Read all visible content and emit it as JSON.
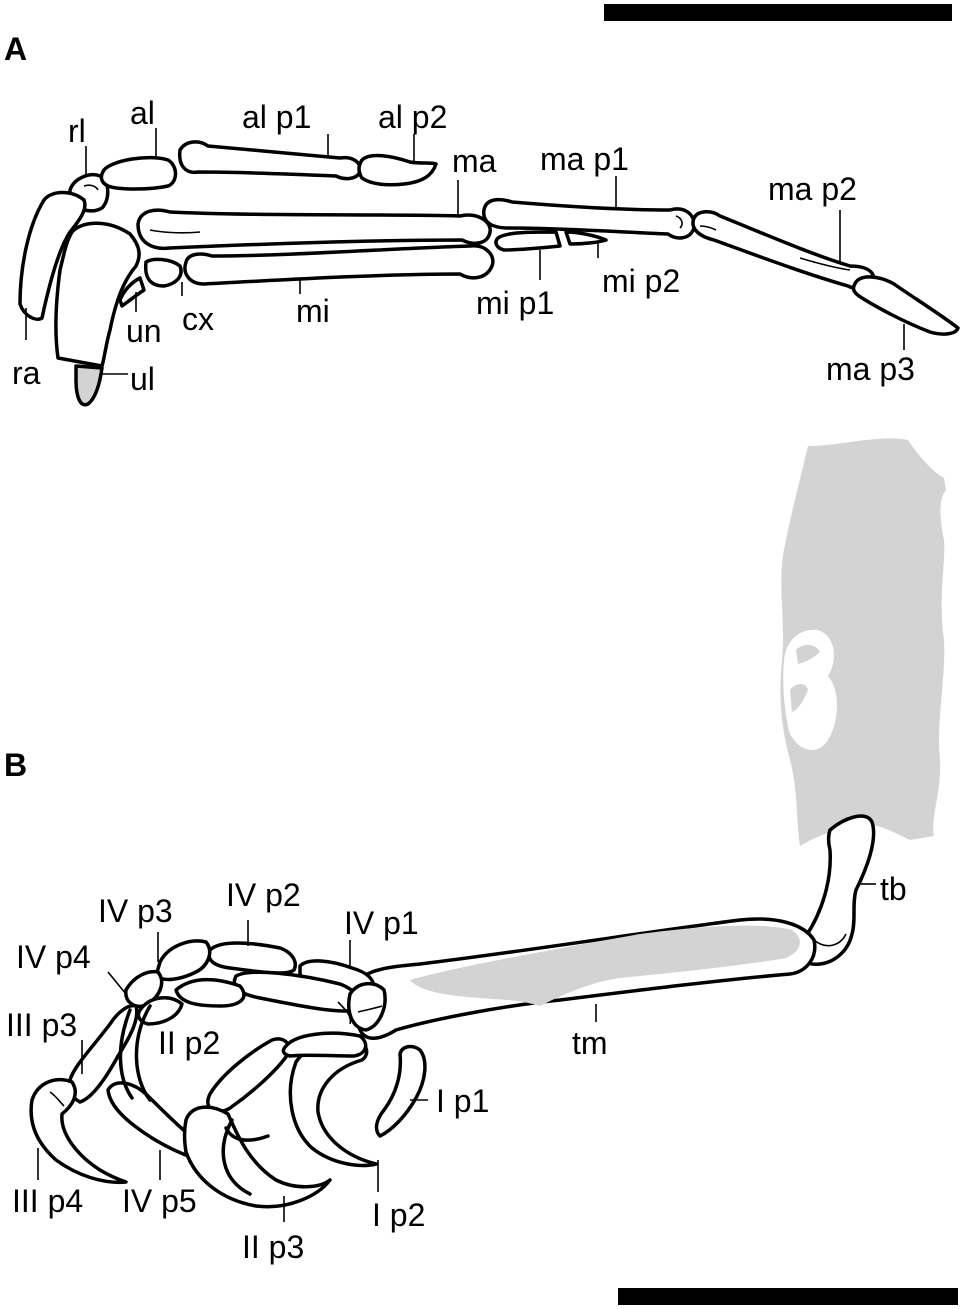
{
  "panels": {
    "a": "A",
    "b": "B"
  },
  "labels_a": {
    "rl": "rl",
    "al": "al",
    "al_p1": "al p1",
    "al_p2": "al p2",
    "ma": "ma",
    "ma_p1": "ma p1",
    "ma_p2": "ma p2",
    "ma_p3": "ma p3",
    "mi": "mi",
    "mi_p1": "mi p1",
    "mi_p2": "mi p2",
    "un": "un",
    "cx": "cx",
    "ra": "ra",
    "ul": "ul"
  },
  "labels_b": {
    "iv_p1": "IV p1",
    "iv_p2": "IV p2",
    "iv_p3": "IV p3",
    "iv_p4": "IV p4",
    "iv_p5": "IV p5",
    "iii_p3": "III p3",
    "iii_p4": "III p4",
    "ii_p2": "II p2",
    "ii_p3": "II p3",
    "i_p1": "I p1",
    "i_p2": "I p2",
    "tm": "tm",
    "tb": "tb"
  },
  "colors": {
    "outline": "#000000",
    "fill": "#ffffff",
    "matrix_grey": "#d3d3d3"
  }
}
